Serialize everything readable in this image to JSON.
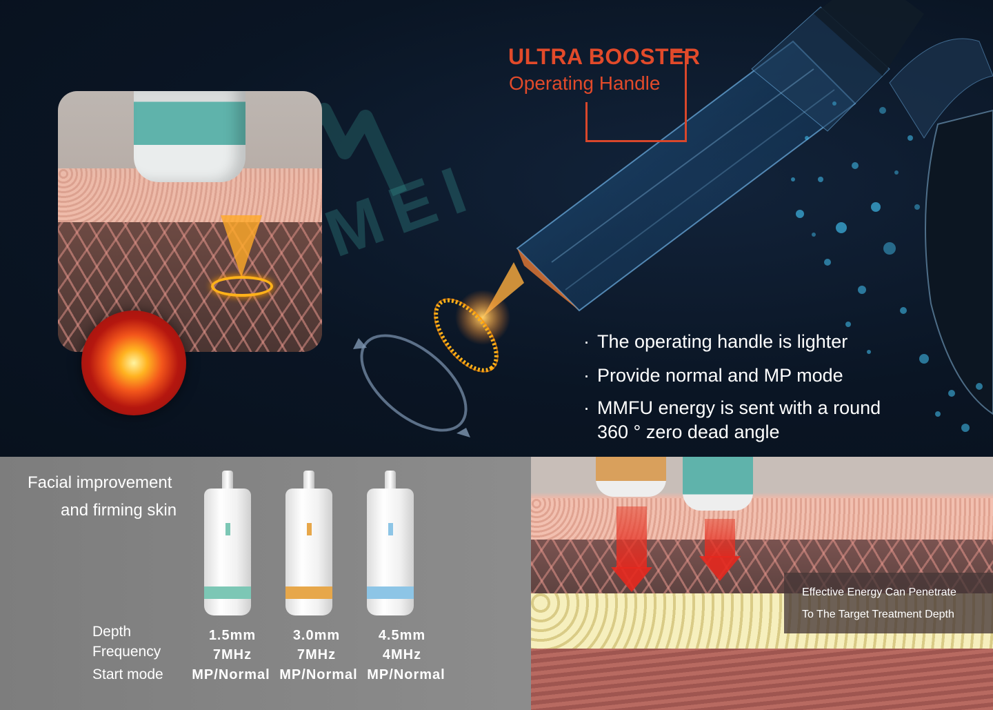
{
  "callout": {
    "title": "ULTRA BOOSTER",
    "subtitle": "Operating Handle",
    "accent_color": "#e24a2a"
  },
  "watermark": {
    "text": "MEI"
  },
  "features": [
    {
      "bullet": "·",
      "line1": "The operating handle is lighter",
      "line2": ""
    },
    {
      "bullet": "·",
      "line1": "Provide normal and MP mode",
      "line2": ""
    },
    {
      "bullet": "·",
      "line1": "MMFU energy is sent with a round",
      "line2": "360 ° zero dead angle"
    }
  ],
  "application": {
    "line1": "Facial improvement",
    "line2": "and firming skin"
  },
  "specs": {
    "labels": [
      "Depth",
      "Frequency",
      "Start mode"
    ],
    "cartridges": [
      {
        "depth": "1.5mm",
        "frequency": "7MHz",
        "mode": "MP/Normal",
        "color": "#7cc7b5"
      },
      {
        "depth": "3.0mm",
        "frequency": "7MHz",
        "mode": "MP/Normal",
        "color": "#e7a74a"
      },
      {
        "depth": "4.5mm",
        "frequency": "4MHz",
        "mode": "MP/Normal",
        "color": "#8dc5e6"
      }
    ]
  },
  "energy_note": {
    "line1": "Effective Energy Can Penetrate",
    "line2": "To The Target Treatment Depth"
  },
  "icons": {
    "heat": "heat-spot-icon",
    "ring": "energy-ring-icon",
    "rotate": "rotation-arrow-icon"
  }
}
